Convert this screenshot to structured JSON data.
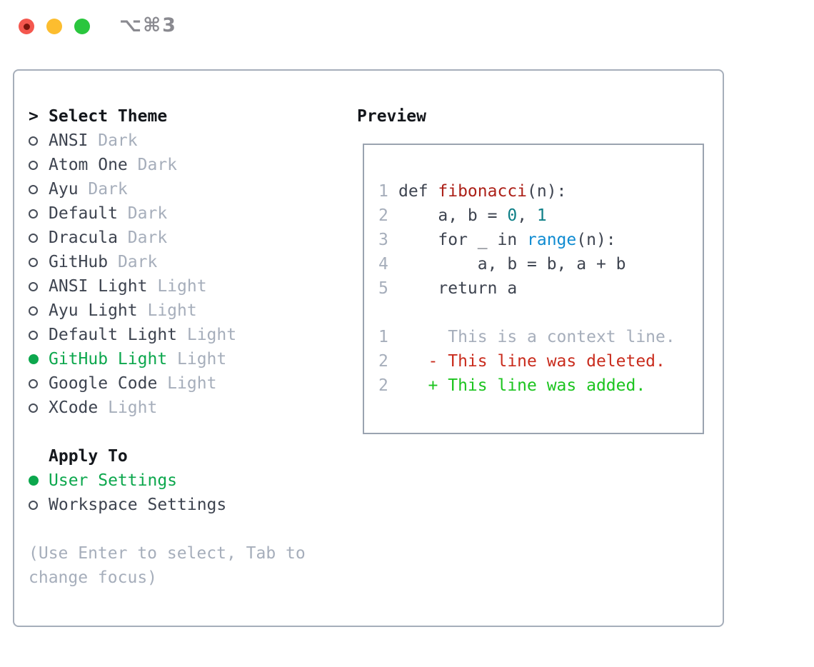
{
  "window": {
    "shortcut_label": "⌥⌘3"
  },
  "traffic_lights": {
    "close_color": "#f4574e",
    "close_dot_color": "#7b150c",
    "minimize_color": "#fcbd2f",
    "zoom_color": "#2ac63e"
  },
  "colors": {
    "header_ink": "#14171c",
    "item_ink": "#3e4450",
    "muted": "#a6aebb",
    "selection_green": "#0ca74d",
    "diff_added_green": "#1cc41f",
    "diff_deleted_red": "#c92c1d",
    "code_function_red": "#ac2018",
    "code_number_teal": "#0e7f87",
    "code_builtin_blue": "#0f8bd1",
    "panel_border": "#a6aeba",
    "preview_border": "#9aa3b0"
  },
  "theme_selector": {
    "prompt": ">",
    "header": "Select Theme",
    "themes": [
      {
        "name": "ANSI",
        "variant": "Dark",
        "selected": false
      },
      {
        "name": "Atom One",
        "variant": "Dark",
        "selected": false
      },
      {
        "name": "Ayu",
        "variant": "Dark",
        "selected": false
      },
      {
        "name": "Default",
        "variant": "Dark",
        "selected": false
      },
      {
        "name": "Dracula",
        "variant": "Dark",
        "selected": false
      },
      {
        "name": "GitHub",
        "variant": "Dark",
        "selected": false
      },
      {
        "name": "ANSI Light",
        "variant": "Light",
        "selected": false
      },
      {
        "name": "Ayu Light",
        "variant": "Light",
        "selected": false
      },
      {
        "name": "Default Light",
        "variant": "Light",
        "selected": false
      },
      {
        "name": "GitHub Light",
        "variant": "Light",
        "selected": true
      },
      {
        "name": "Google Code",
        "variant": "Light",
        "selected": false
      },
      {
        "name": "XCode",
        "variant": "Light",
        "selected": false
      }
    ],
    "apply_to": {
      "header": "Apply To",
      "options": [
        {
          "label": "User Settings",
          "selected": true
        },
        {
          "label": "Workspace Settings",
          "selected": false
        }
      ]
    },
    "help_lines": [
      "(Use Enter to select, Tab to",
      "change focus)"
    ]
  },
  "preview": {
    "header": "Preview",
    "code_lines": [
      {
        "num": "1",
        "segments": [
          {
            "t": "def ",
            "s": "k"
          },
          {
            "t": "fibonacci",
            "s": "r"
          },
          {
            "t": "(n):",
            "s": "k"
          }
        ]
      },
      {
        "num": "2",
        "segments": [
          {
            "t": "    a, b = ",
            "s": "k"
          },
          {
            "t": "0",
            "s": "t"
          },
          {
            "t": ", ",
            "s": "k"
          },
          {
            "t": "1",
            "s": "t"
          }
        ]
      },
      {
        "num": "3",
        "segments": [
          {
            "t": "    for _ in ",
            "s": "k"
          },
          {
            "t": "range",
            "s": "b"
          },
          {
            "t": "(n):",
            "s": "k"
          }
        ]
      },
      {
        "num": "4",
        "segments": [
          {
            "t": "        a, b = b, a + b",
            "s": "k"
          }
        ]
      },
      {
        "num": "5",
        "segments": [
          {
            "t": "    return a",
            "s": "k"
          }
        ]
      },
      {
        "num": "",
        "segments": []
      },
      {
        "num": "1",
        "segments": [
          {
            "t": "     This is a context line.",
            "s": "m"
          }
        ]
      },
      {
        "num": "2",
        "segments": [
          {
            "t": "   - This line was deleted.",
            "s": "d"
          }
        ]
      },
      {
        "num": "2",
        "segments": [
          {
            "t": "   + This line was added.",
            "s": "a"
          }
        ]
      }
    ]
  }
}
